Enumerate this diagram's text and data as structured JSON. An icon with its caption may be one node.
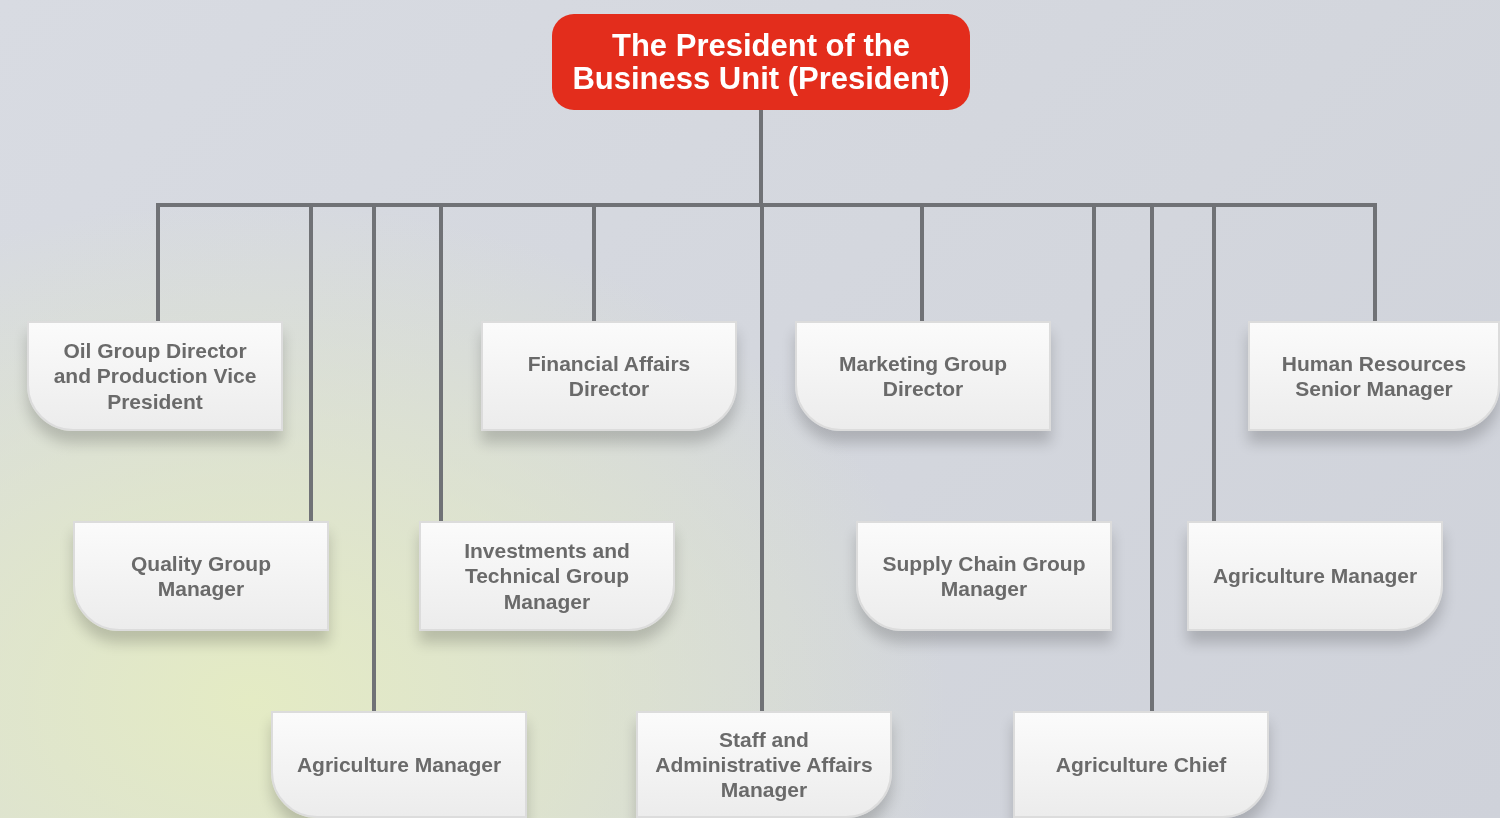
{
  "diagram": {
    "nodes": [
      {
        "text": [
          "The President of the Business Unit (President)"
        ]
      },
      {
        "text": [
          "Oil Group Director and Production Vice President"
        ]
      },
      {
        "text": [
          "Financial Affairs Director"
        ]
      },
      {
        "text": [
          "Marketing Group Director"
        ]
      },
      {
        "text": [
          "Human Resources Senior Manager"
        ]
      },
      {
        "text": [
          "Quality Group Manager"
        ]
      },
      {
        "text": [
          "Investments and Technical Group Manager"
        ]
      },
      {
        "text": [
          "Supply Chain Group Manager"
        ]
      },
      {
        "text": [
          "Agriculture Manager"
        ]
      },
      {
        "text": [
          "Agriculture Manager"
        ]
      },
      {
        "text": [
          "Staff and Administrative Affairs Manager"
        ]
      },
      {
        "text": [
          "Agriculture Chief"
        ]
      }
    ],
    "edges": [
      {
        "from": 0,
        "to": 1,
        "arrow": "none"
      },
      {
        "from": 0,
        "to": 5,
        "arrow": "none"
      },
      {
        "from": 0,
        "to": 9,
        "arrow": "none"
      },
      {
        "from": 0,
        "to": 6,
        "arrow": "none"
      },
      {
        "from": 0,
        "to": 2,
        "arrow": "none"
      },
      {
        "from": 0,
        "to": 10,
        "arrow": "none"
      },
      {
        "from": 0,
        "to": 3,
        "arrow": "none"
      },
      {
        "from": 0,
        "to": 7,
        "arrow": "none"
      },
      {
        "from": 0,
        "to": 11,
        "arrow": "none"
      },
      {
        "from": 0,
        "to": 8,
        "arrow": "none"
      },
      {
        "from": 0,
        "to": 4,
        "arrow": "none"
      }
    ]
  }
}
